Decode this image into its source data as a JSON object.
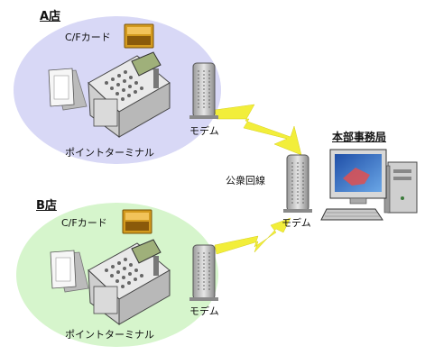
{
  "store_a": {
    "title": "A店",
    "card_label": "C/Fカード",
    "terminal_label": "ポイントターミナル",
    "modem_label": "モデム",
    "circle_color": "#d8d8f6"
  },
  "store_b": {
    "title": "B店",
    "card_label": "C/Fカード",
    "terminal_label": "ポイントターミナル",
    "modem_label": "モデム",
    "circle_color": "#d6f5cc"
  },
  "center": {
    "line_label": "公衆回線",
    "modem_label": "モデム"
  },
  "hq": {
    "title": "本部事務局"
  },
  "colors": {
    "lightning": "#f2ee3a",
    "card": "#d39a1e",
    "monitor_screen": "#2a5fb8"
  },
  "icons": [
    "compactflash-card-icon",
    "point-terminal-icon",
    "modem-icon",
    "receipt-paper-icon",
    "lightning-link-icon",
    "desktop-computer-icon"
  ]
}
